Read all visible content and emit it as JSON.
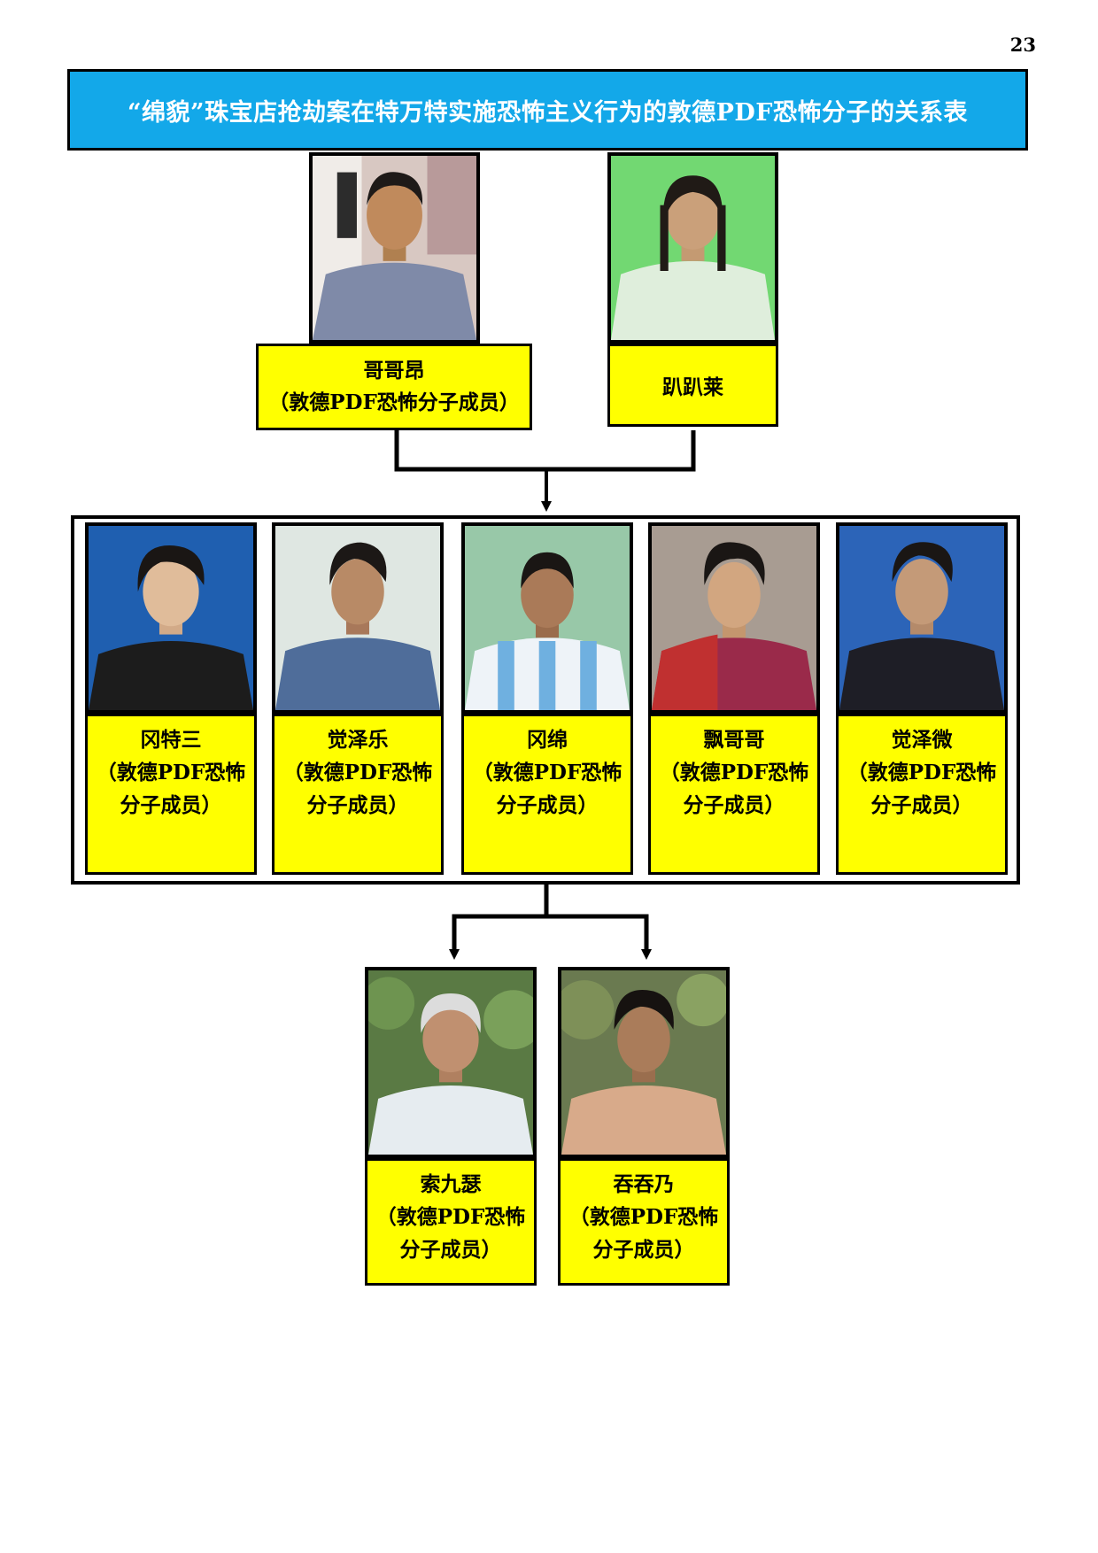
{
  "page_number": "23",
  "title": "“绵貌”珠宝店抢劫案在特万特实施恐怖主义行为的敦德PDF恐怖分子的关系表",
  "colors": {
    "title_bg": "#13a8e9",
    "label_bg": "#ffff00",
    "border": "#000000"
  },
  "top_row": [
    {
      "name": "哥哥昂",
      "role": "（敦德PDF恐怖分子成员）"
    },
    {
      "name": "趴趴莱"
    }
  ],
  "middle_row": [
    {
      "name": "冈特三",
      "role": "（敦德PDF恐怖分子成员）"
    },
    {
      "name": "觉泽乐",
      "role": "（敦德PDF恐怖分子成员）"
    },
    {
      "name": "冈绵",
      "role": "（敦德PDF恐怖分子成员）"
    },
    {
      "name": "飘哥哥",
      "role": "（敦德PDF恐怖分子成员）"
    },
    {
      "name": "觉泽微",
      "role": "（敦德PDF恐怖分子成员）"
    }
  ],
  "bottom_row": [
    {
      "name": "索九瑟",
      "role": "（敦德PDF恐怖分子成员）"
    },
    {
      "name": "吞吞乃",
      "role": "（敦德PDF恐怖分子成员）"
    }
  ]
}
